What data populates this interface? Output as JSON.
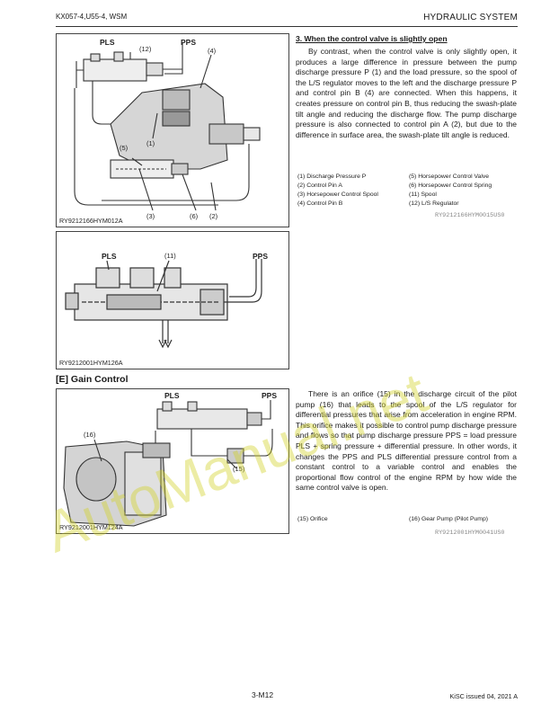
{
  "header": {
    "left": "KX057-4,U55-4, WSM",
    "right": "HYDRAULIC SYSTEM"
  },
  "fig1": {
    "labels": {
      "pls": "PLS",
      "pps": "PPS",
      "n12": "(12)",
      "n4": "(4)",
      "n5": "(5)",
      "n1": "(1)",
      "n3": "(3)",
      "n6": "(6)",
      "n2": "(2)"
    },
    "caption": "RY9212166HYM012A"
  },
  "section3": {
    "title": "3. When the control valve is slightly open",
    "text": "By contrast, when the control valve is only slightly open, it produces a large difference in pressure between the pump discharge pressure P (1) and the load pressure, so the spool of the L/S regulator moves to the left and the discharge pressure P and control pin B (4) are connected. When this happens, it creates pressure on control pin B, thus reducing the swash-plate tilt angle and reducing the discharge flow. The pump discharge pressure is also connected to control pin A (2), but due to the difference in surface area, the swash-plate tilt angle is reduced.",
    "legend": [
      [
        "(1)   Discharge Pressure P",
        "(5)   Horsepower Control Valve"
      ],
      [
        "(2)   Control Pin A",
        "(6)   Horsepower Control Spring"
      ],
      [
        "(3)   Horsepower Control Spool",
        "(11) Spool"
      ],
      [
        "(4)   Control Pin B",
        "(12) L/S Regulator"
      ]
    ],
    "ref": "RY9212166HYM0015US0"
  },
  "fig2": {
    "labels": {
      "pls": "PLS",
      "pps": "PPS",
      "n11": "(11)"
    },
    "caption": "RY9212001HYM126A"
  },
  "sectionE": {
    "title": "[E]  Gain Control",
    "text": "There is an orifice (15) in the discharge circuit of the pilot pump (16) that leads to the spool of the L/S regulator for differential pressures that arise from acceleration in engine RPM. This orifice makes it possible to control pump discharge pressure and flows so that pump discharge pressure PPS = load pressure PLS + spring pressure + differential pressure. In other words, it changes the PPS and PLS differential pressure control from a constant control to a variable control and enables the proportional flow control of the engine RPM by how wide the same control valve is open.",
    "legend": [
      "(15) Orifice",
      "(16) Gear Pump (Pilot Pump)"
    ],
    "ref": "RY9212001HYM0041US0"
  },
  "fig3": {
    "labels": {
      "pls": "PLS",
      "pps": "PPS",
      "n16": "(16)",
      "n15": "(15)"
    },
    "caption": "RY9212001HYM124A"
  },
  "watermark": "AutoManual.net",
  "footer": {
    "page": "3-M12",
    "issued": "KiSC issued 04, 2021 A"
  }
}
